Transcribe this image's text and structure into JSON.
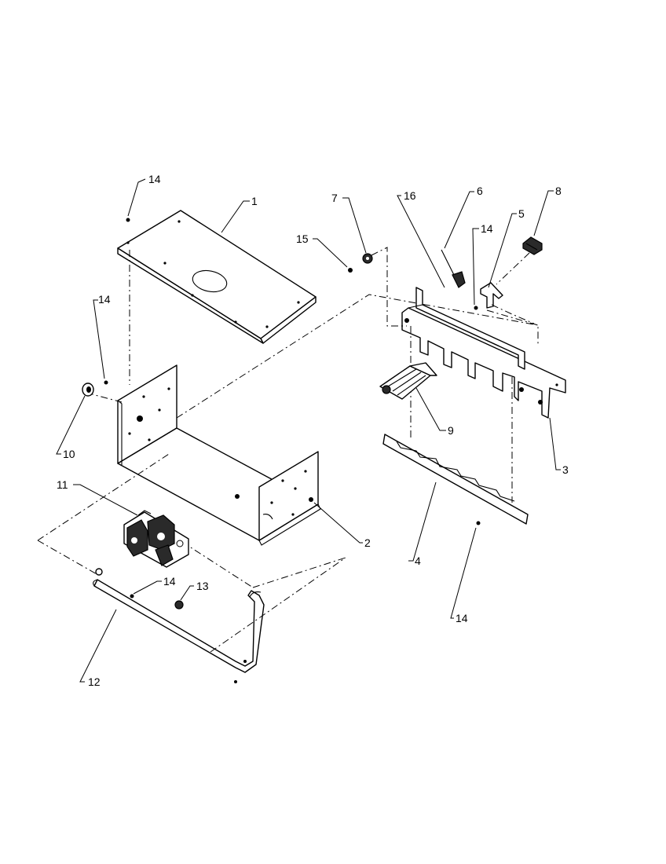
{
  "callouts": {
    "c1": "1",
    "c2": "2",
    "c3": "3",
    "c4": "4",
    "c5": "5",
    "c6": "6",
    "c7": "7",
    "c8": "8",
    "c9": "9",
    "c10": "10",
    "c11": "11",
    "c12": "12",
    "c13": "13",
    "c14_top_left": "14",
    "c14_left": "14",
    "c14_bracket": "14",
    "c14_pipe": "14",
    "c14_bottom_right": "14",
    "c15": "15",
    "c16": "16"
  }
}
